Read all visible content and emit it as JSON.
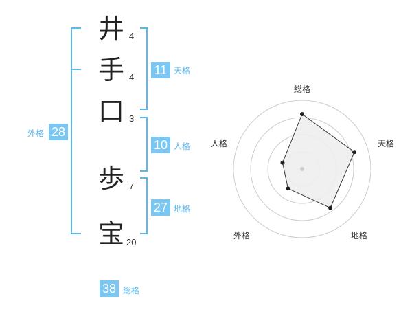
{
  "name": {
    "surname": [
      {
        "char": "井",
        "strokes": "4"
      },
      {
        "char": "手",
        "strokes": "4"
      },
      {
        "char": "口",
        "strokes": "3"
      }
    ],
    "given": [
      {
        "char": "歩",
        "strokes": "7"
      },
      {
        "char": "宝",
        "strokes": "20"
      }
    ]
  },
  "fortune": {
    "tenkaku": {
      "value": "11",
      "label": "天格"
    },
    "jinkaku": {
      "value": "10",
      "label": "人格"
    },
    "chikaku": {
      "value": "27",
      "label": "地格"
    },
    "gaikaku": {
      "value": "28",
      "label": "外格"
    },
    "soukaku": {
      "value": "38",
      "label": "総格"
    }
  },
  "radar": {
    "axes": [
      "総格",
      "天格",
      "地格",
      "外格",
      "人格"
    ],
    "levels": 4,
    "values": [
      0.8,
      0.8,
      0.7,
      0.35,
      0.3
    ],
    "colors": {
      "fill": "#eeeeee",
      "stroke": "#333333",
      "grid": "#cccccc",
      "bracket": "#5bb8ec",
      "box": "#7cc7f2"
    }
  }
}
